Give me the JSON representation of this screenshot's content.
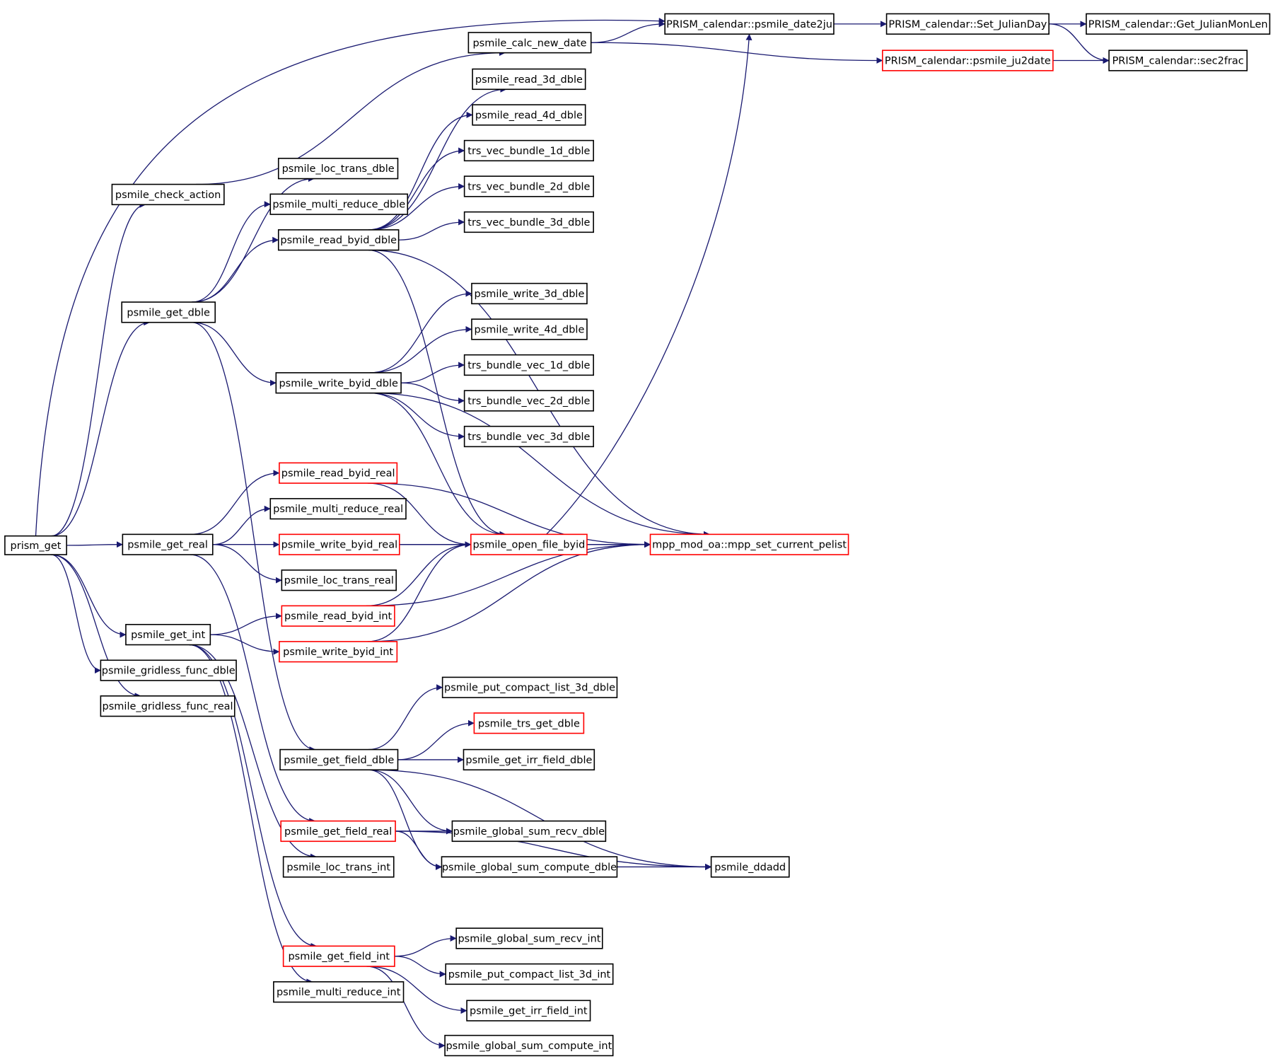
{
  "colors": {
    "edge": "#191970",
    "border_normal": "#000000",
    "border_truncated": "#ff0000",
    "root_fill": "#bfbfbf"
  },
  "nodes": {
    "prism_get": {
      "label": "prism_get",
      "style": "root"
    },
    "check_action": {
      "label": "psmile_check_action",
      "style": "normal"
    },
    "get_dble": {
      "label": "psmile_get_dble",
      "style": "normal"
    },
    "get_real": {
      "label": "psmile_get_real",
      "style": "normal"
    },
    "get_int": {
      "label": "psmile_get_int",
      "style": "normal"
    },
    "gridless_dble": {
      "label": "psmile_gridless_func_dble",
      "style": "normal"
    },
    "gridless_real": {
      "label": "psmile_gridless_func_real",
      "style": "normal"
    },
    "calc_new_date": {
      "label": "psmile_calc_new_date",
      "style": "normal"
    },
    "loc_trans_dble": {
      "label": "psmile_loc_trans_dble",
      "style": "normal"
    },
    "multi_reduce_dble": {
      "label": "psmile_multi_reduce_dble",
      "style": "normal"
    },
    "read_byid_dble": {
      "label": "psmile_read_byid_dble",
      "style": "normal"
    },
    "write_byid_dble": {
      "label": "psmile_write_byid_dble",
      "style": "normal"
    },
    "read_byid_real": {
      "label": "psmile_read_byid_real",
      "style": "truncated"
    },
    "multi_reduce_real": {
      "label": "psmile_multi_reduce_real",
      "style": "normal"
    },
    "write_byid_real": {
      "label": "psmile_write_byid_real",
      "style": "truncated"
    },
    "loc_trans_real": {
      "label": "psmile_loc_trans_real",
      "style": "normal"
    },
    "read_byid_int": {
      "label": "psmile_read_byid_int",
      "style": "truncated"
    },
    "write_byid_int": {
      "label": "psmile_write_byid_int",
      "style": "truncated"
    },
    "get_field_dble": {
      "label": "psmile_get_field_dble",
      "style": "normal"
    },
    "get_field_real": {
      "label": "psmile_get_field_real",
      "style": "truncated"
    },
    "loc_trans_int": {
      "label": "psmile_loc_trans_int",
      "style": "normal"
    },
    "get_field_int": {
      "label": "psmile_get_field_int",
      "style": "truncated"
    },
    "multi_reduce_int": {
      "label": "psmile_multi_reduce_int",
      "style": "normal"
    },
    "read_3d_dble": {
      "label": "psmile_read_3d_dble",
      "style": "normal"
    },
    "read_4d_dble": {
      "label": "psmile_read_4d_dble",
      "style": "normal"
    },
    "trs_vec_1d": {
      "label": "trs_vec_bundle_1d_dble",
      "style": "normal"
    },
    "trs_vec_2d": {
      "label": "trs_vec_bundle_2d_dble",
      "style": "normal"
    },
    "trs_vec_3d": {
      "label": "trs_vec_bundle_3d_dble",
      "style": "normal"
    },
    "write_3d_dble": {
      "label": "psmile_write_3d_dble",
      "style": "normal"
    },
    "write_4d_dble": {
      "label": "psmile_write_4d_dble",
      "style": "normal"
    },
    "trs_bundle_1d": {
      "label": "trs_bundle_vec_1d_dble",
      "style": "normal"
    },
    "trs_bundle_2d": {
      "label": "trs_bundle_vec_2d_dble",
      "style": "normal"
    },
    "trs_bundle_3d": {
      "label": "trs_bundle_vec_3d_dble",
      "style": "normal"
    },
    "open_file_byid": {
      "label": "psmile_open_file_byid",
      "style": "truncated"
    },
    "put_compact_3d_dble": {
      "label": "psmile_put_compact_list_3d_dble",
      "style": "normal"
    },
    "trs_get_dble": {
      "label": "psmile_trs_get_dble",
      "style": "truncated"
    },
    "get_irr_field_dble": {
      "label": "psmile_get_irr_field_dble",
      "style": "normal"
    },
    "global_sum_recv_dble": {
      "label": "psmile_global_sum_recv_dble",
      "style": "normal"
    },
    "global_sum_compute_dble": {
      "label": "psmile_global_sum_compute_dble",
      "style": "normal"
    },
    "global_sum_recv_int": {
      "label": "psmile_global_sum_recv_int",
      "style": "normal"
    },
    "put_compact_3d_int": {
      "label": "psmile_put_compact_list_3d_int",
      "style": "normal"
    },
    "get_irr_field_int": {
      "label": "psmile_get_irr_field_int",
      "style": "normal"
    },
    "global_sum_compute_int": {
      "label": "psmile_global_sum_compute_int",
      "style": "normal"
    },
    "date2ju": {
      "label": "PRISM_calendar::psmile_date2ju",
      "style": "normal"
    },
    "ju2date": {
      "label": "PRISM_calendar::psmile_ju2date",
      "style": "truncated"
    },
    "mpp_set_pelist": {
      "label": "mpp_mod_oa::mpp_set_current_pelist",
      "style": "truncated"
    },
    "ddadd": {
      "label": "psmile_ddadd",
      "style": "normal"
    },
    "set_julianday": {
      "label": "PRISM_calendar::Set_JulianDay",
      "style": "normal"
    },
    "get_julianmonlen": {
      "label": "PRISM_calendar::Get_JulianMonLen",
      "style": "normal"
    },
    "sec2frac": {
      "label": "PRISM_calendar::sec2frac",
      "style": "normal"
    }
  },
  "edges": [
    [
      "prism_get",
      "date2ju"
    ],
    [
      "prism_get",
      "check_action"
    ],
    [
      "prism_get",
      "get_dble"
    ],
    [
      "prism_get",
      "get_real"
    ],
    [
      "prism_get",
      "get_int"
    ],
    [
      "prism_get",
      "gridless_dble"
    ],
    [
      "prism_get",
      "gridless_real"
    ],
    [
      "check_action",
      "calc_new_date"
    ],
    [
      "calc_new_date",
      "date2ju"
    ],
    [
      "calc_new_date",
      "ju2date"
    ],
    [
      "date2ju",
      "set_julianday"
    ],
    [
      "set_julianday",
      "get_julianmonlen"
    ],
    [
      "set_julianday",
      "sec2frac"
    ],
    [
      "ju2date",
      "sec2frac"
    ],
    [
      "get_dble",
      "loc_trans_dble"
    ],
    [
      "get_dble",
      "multi_reduce_dble"
    ],
    [
      "get_dble",
      "read_byid_dble"
    ],
    [
      "get_dble",
      "write_byid_dble"
    ],
    [
      "get_dble",
      "get_field_dble"
    ],
    [
      "read_byid_dble",
      "read_3d_dble"
    ],
    [
      "read_byid_dble",
      "read_4d_dble"
    ],
    [
      "read_byid_dble",
      "trs_vec_1d"
    ],
    [
      "read_byid_dble",
      "trs_vec_2d"
    ],
    [
      "read_byid_dble",
      "trs_vec_3d"
    ],
    [
      "read_byid_dble",
      "open_file_byid"
    ],
    [
      "read_byid_dble",
      "mpp_set_pelist"
    ],
    [
      "write_byid_dble",
      "write_3d_dble"
    ],
    [
      "write_byid_dble",
      "write_4d_dble"
    ],
    [
      "write_byid_dble",
      "trs_bundle_1d"
    ],
    [
      "write_byid_dble",
      "trs_bundle_2d"
    ],
    [
      "write_byid_dble",
      "trs_bundle_3d"
    ],
    [
      "write_byid_dble",
      "open_file_byid"
    ],
    [
      "write_byid_dble",
      "mpp_set_pelist"
    ],
    [
      "get_real",
      "read_byid_real"
    ],
    [
      "get_real",
      "multi_reduce_real"
    ],
    [
      "get_real",
      "write_byid_real"
    ],
    [
      "get_real",
      "loc_trans_real"
    ],
    [
      "get_real",
      "get_field_real"
    ],
    [
      "read_byid_real",
      "open_file_byid"
    ],
    [
      "read_byid_real",
      "mpp_set_pelist"
    ],
    [
      "write_byid_real",
      "open_file_byid"
    ],
    [
      "write_byid_real",
      "mpp_set_pelist"
    ],
    [
      "open_file_byid",
      "mpp_set_pelist"
    ],
    [
      "open_file_byid",
      "date2ju"
    ],
    [
      "get_int",
      "read_byid_int"
    ],
    [
      "get_int",
      "write_byid_int"
    ],
    [
      "get_int",
      "loc_trans_int"
    ],
    [
      "get_int",
      "get_field_int"
    ],
    [
      "get_int",
      "multi_reduce_int"
    ],
    [
      "read_byid_int",
      "open_file_byid"
    ],
    [
      "read_byid_int",
      "mpp_set_pelist"
    ],
    [
      "write_byid_int",
      "open_file_byid"
    ],
    [
      "write_byid_int",
      "mpp_set_pelist"
    ],
    [
      "get_field_dble",
      "put_compact_3d_dble"
    ],
    [
      "get_field_dble",
      "trs_get_dble"
    ],
    [
      "get_field_dble",
      "get_irr_field_dble"
    ],
    [
      "get_field_dble",
      "global_sum_recv_dble"
    ],
    [
      "get_field_dble",
      "global_sum_compute_dble"
    ],
    [
      "get_field_dble",
      "ddadd"
    ],
    [
      "get_field_real",
      "global_sum_recv_dble"
    ],
    [
      "get_field_real",
      "global_sum_compute_dble"
    ],
    [
      "get_field_real",
      "ddadd"
    ],
    [
      "global_sum_compute_dble",
      "ddadd"
    ],
    [
      "get_field_int",
      "global_sum_recv_int"
    ],
    [
      "get_field_int",
      "put_compact_3d_int"
    ],
    [
      "get_field_int",
      "get_irr_field_int"
    ],
    [
      "get_field_int",
      "global_sum_compute_int"
    ]
  ]
}
